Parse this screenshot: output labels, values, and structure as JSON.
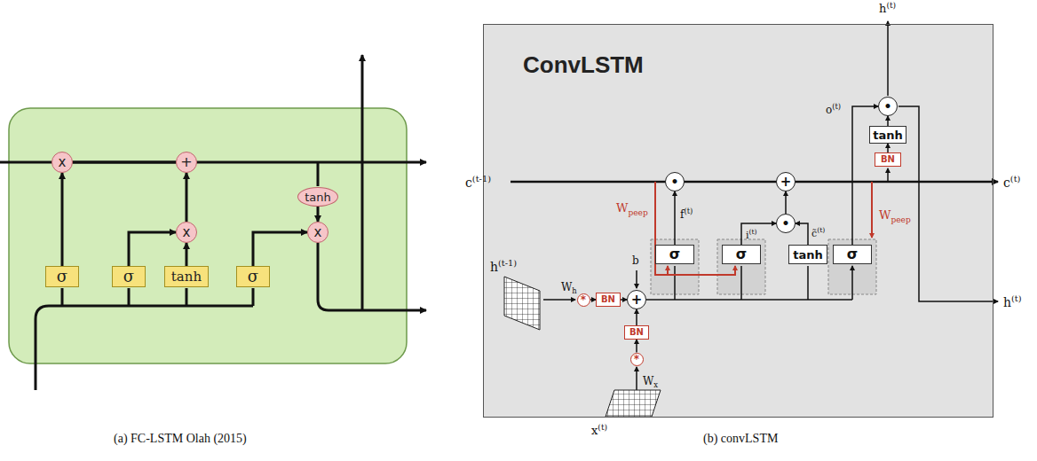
{
  "diagram": {
    "nodes": [
      {
        "text": [
          "x"
        ]
      },
      {
        "text": [
          "+"
        ]
      },
      {
        "text": [
          "x"
        ]
      },
      {
        "text": [
          "tanh"
        ]
      },
      {
        "text": [
          "x"
        ]
      },
      {
        "text": [
          "σ"
        ]
      },
      {
        "text": [
          "σ"
        ]
      },
      {
        "text": [
          "tanh"
        ]
      },
      {
        "text": [
          "σ"
        ]
      },
      {
        "text": [
          "ConvLSTM"
        ]
      },
      {
        "text": [
          "•"
        ],
        "in": 9
      },
      {
        "text": [
          "tanh"
        ],
        "in": 9
      },
      {
        "text": [
          "BN"
        ],
        "in": 9
      },
      {
        "text": [
          "•"
        ],
        "in": 9
      },
      {
        "text": [
          "+"
        ],
        "in": 9
      },
      {
        "text": [
          "•"
        ],
        "in": 9
      },
      {
        "text": [
          "σ"
        ],
        "in": 9
      },
      {
        "text": [
          "σ"
        ],
        "in": 9
      },
      {
        "text": [
          "tanh"
        ],
        "in": 9
      },
      {
        "text": [
          "σ"
        ],
        "in": 9
      },
      {
        "text": [
          "*"
        ],
        "in": 9
      },
      {
        "text": [
          "BN"
        ],
        "in": 9
      },
      {
        "text": [
          "+"
        ],
        "in": 9
      },
      {
        "text": [
          "BN"
        ],
        "in": 9
      },
      {
        "text": [
          "*"
        ],
        "in": 9
      }
    ],
    "edges": [
      {
        "from": 0,
        "to": 1,
        "arrow": "none"
      },
      {
        "from": 5,
        "to": 0,
        "arrow": "to"
      },
      {
        "from": 7,
        "to": 2,
        "arrow": "to"
      },
      {
        "from": 6,
        "to": 2,
        "arrow": "to"
      },
      {
        "from": 2,
        "to": 1,
        "arrow": "to"
      },
      {
        "from": 3,
        "to": 4,
        "arrow": "to"
      },
      {
        "from": 8,
        "to": 4,
        "arrow": "to"
      },
      {
        "from": 13,
        "to": 14,
        "arrow": "none"
      },
      {
        "from": 16,
        "to": 13,
        "arrow": "to"
      },
      {
        "from": 17,
        "to": 15,
        "arrow": "to"
      },
      {
        "from": 18,
        "to": 15,
        "arrow": "to"
      },
      {
        "from": 15,
        "to": 14,
        "arrow": "to"
      },
      {
        "from": 19,
        "to": 10,
        "arrow": "to"
      },
      {
        "from": 12,
        "to": 11,
        "arrow": "to"
      },
      {
        "from": 11,
        "to": 10,
        "arrow": "to"
      },
      {
        "from": 20,
        "to": 21,
        "arrow": "to"
      },
      {
        "from": 21,
        "to": 22,
        "arrow": "to"
      },
      {
        "from": 24,
        "to": 23,
        "arrow": "to"
      },
      {
        "from": 23,
        "to": 22,
        "arrow": "to"
      }
    ],
    "labels": [
      "c",
      "(t-1)",
      "c",
      "(t)",
      "h",
      "(t)",
      "h",
      "(t-1)",
      "h",
      "(t)",
      "W",
      "h",
      "W",
      "x",
      "x",
      "(t)",
      "b",
      "W",
      "peep",
      "W",
      "peep",
      "f",
      "(t)",
      "i",
      "(t)",
      "c̃",
      "(t)",
      "o",
      "(t)",
      "(a) FC-LSTM Olah (2015)",
      "(b) convLSTM"
    ]
  }
}
